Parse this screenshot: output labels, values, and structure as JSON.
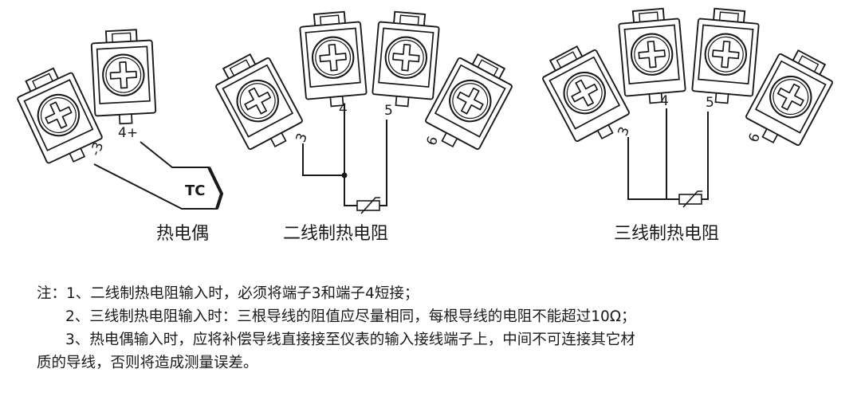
{
  "diagram": {
    "thermocouple": {
      "caption": "热电偶",
      "label_neg": "-3",
      "label_pos": "4+",
      "tc_label": "TC"
    },
    "rtd2": {
      "caption": "二线制热电阻",
      "pins": [
        "3",
        "4",
        "5",
        "6"
      ]
    },
    "rtd3": {
      "caption": "三线制热电阻",
      "pins": [
        "3",
        "4",
        "5",
        "6"
      ]
    }
  },
  "notes": {
    "line1": "注：1、二线制热电阻输入时，必须将端子3和端子4短接；",
    "line2": "2、三线制热电阻输入时：三根导线的阻值应尽量相同，每根导线的电阻不能超过10Ω；",
    "line3": "3、热电偶输入时，应将补偿导线直接接至仪表的输入接线端子上，中间不可连接其它材",
    "line4": "质的导线，否则将造成测量误差。"
  }
}
